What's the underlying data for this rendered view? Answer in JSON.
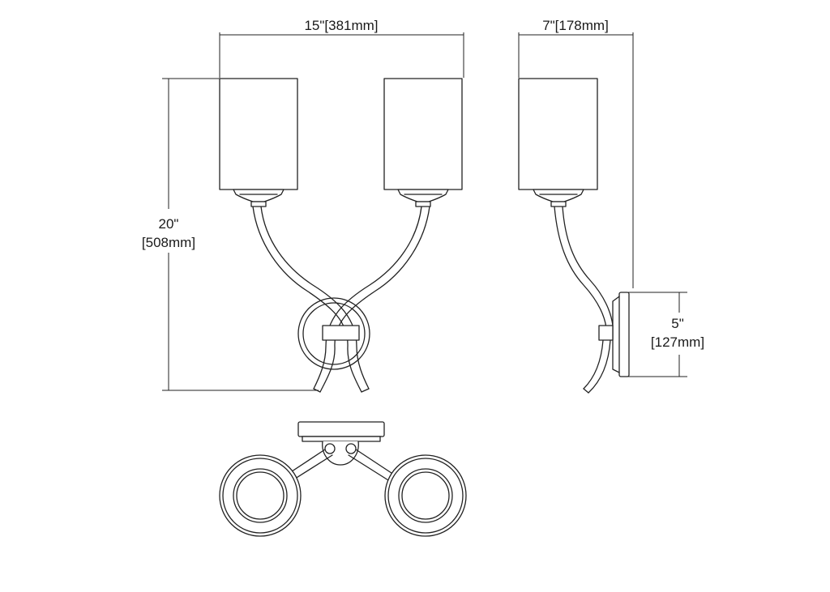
{
  "dimensions": {
    "width": "15\"[381mm]",
    "depth": "7\"[178mm]",
    "height_imperial": "20\"",
    "height_metric": "[508mm]",
    "backplate_imperial": "5\"",
    "backplate_metric": "[127mm]"
  }
}
